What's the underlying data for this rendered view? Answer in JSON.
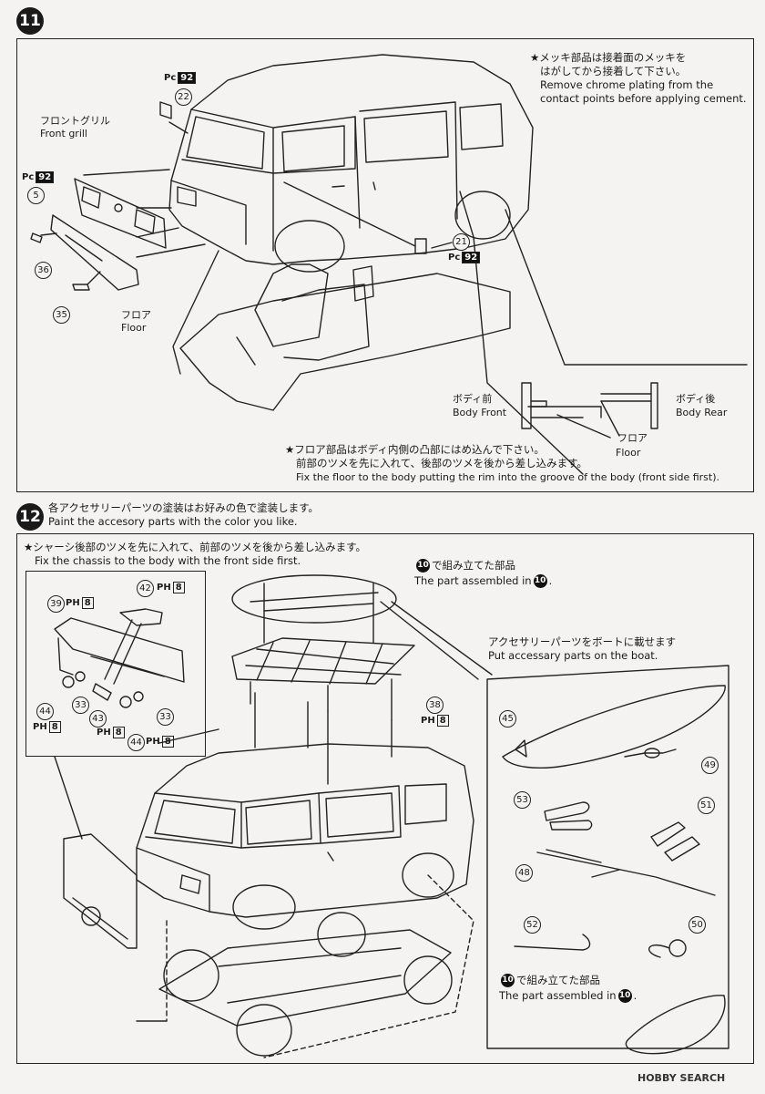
{
  "step11": {
    "number": "11",
    "note_chrome": {
      "jp1": "★メッキ部品は接着面のメッキを",
      "jp2": "はがしてから接着して下さい。",
      "en1": "Remove chrome plating from the",
      "en2": "contact points before applying cement."
    },
    "front_grill_jp": "フロントグリル",
    "front_grill_en": "Front grill",
    "floor_jp": "フロア",
    "floor_en": "Floor",
    "body_front_jp": "ボディ前",
    "body_front_en": "Body Front",
    "body_rear_jp": "ボディ後",
    "body_rear_en": "Body Rear",
    "floor2_jp": "フロア",
    "floor2_en": "Floor",
    "note_floor": {
      "jp1": "★フロア部品はボディ内側の凸部にはめ込んで下さい。",
      "jp2": "前部のツメを先に入れて、後部のツメを後から差し込みます。",
      "en": "Fix the floor to the body putting the rim into the groove of the body (front side first)."
    },
    "parts": {
      "p22": "22",
      "p5": "5",
      "p36": "36",
      "p35": "35",
      "p21": "21"
    },
    "runner_tag": "Pc",
    "runner_num": "92"
  },
  "step12": {
    "number": "12",
    "header_jp": "各アクセサリーパーツの塗装はお好みの色で塗装します。",
    "header_en": "Paint the accesory parts with the color you like.",
    "chassis_jp": "★シャーシ後部のツメを先に入れて、前部のツメを後から差し込みます。",
    "chassis_en": "Fix the chassis to the body with the front side first.",
    "assembled_jp": "で組み立てた部品",
    "assembled_en": "The part assembled in",
    "assembled_ref": "10",
    "boat_jp": "アクセサリーパーツをボートに載せます",
    "boat_en": "Put accessary parts on the boat.",
    "assembled2_jp": "で組み立てた部品",
    "assembled2_en": "The part assembled in",
    "runner_tag": "PH",
    "runner_num": "8",
    "parts": {
      "p39": "39",
      "p42": "42",
      "p44a": "44",
      "p33a": "33",
      "p43": "43",
      "p33b": "33",
      "p44b": "44",
      "p38": "38",
      "p45": "45",
      "p49": "49",
      "p53": "53",
      "p51": "51",
      "p48": "48",
      "p52": "52",
      "p50": "50"
    }
  },
  "watermark": "HOBBY SEARCH"
}
